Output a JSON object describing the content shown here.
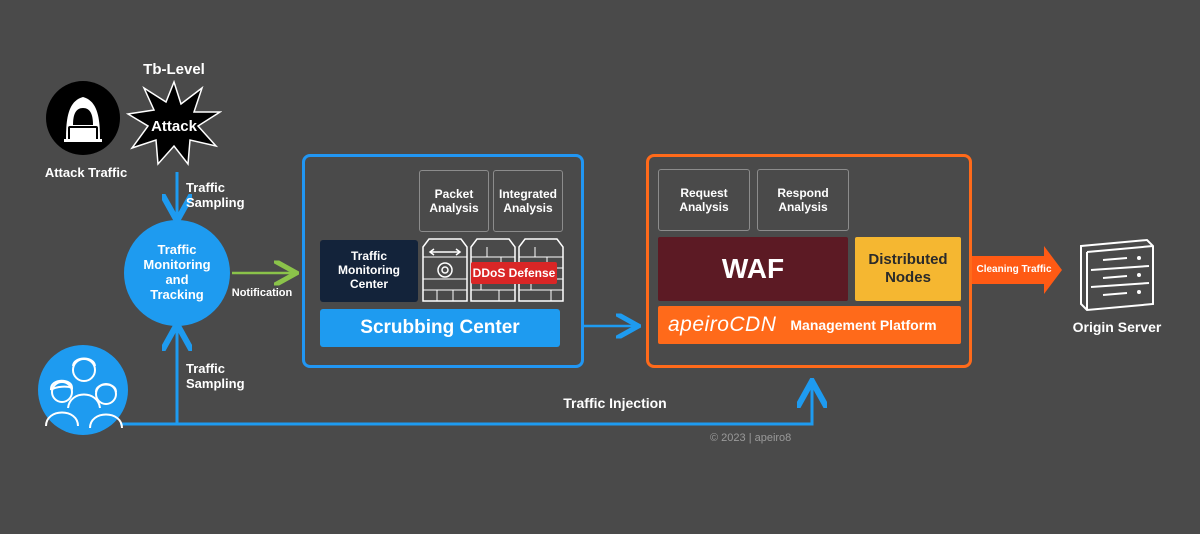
{
  "attack": {
    "level_label": "Tb-Level",
    "burst_label": "Attack",
    "source_label": "Attack Traffic"
  },
  "left": {
    "sampling_top": "Traffic\nSampling",
    "monitor_circle": "Traffic\nMonitoring\nand\nTracking",
    "notification": "Notification",
    "sampling_bottom": "Traffic\nSampling"
  },
  "scrubbing": {
    "packet_analysis": "Packet\nAnalysis",
    "integrated_analysis": "Integrated\nAnalysis",
    "monitoring_center": "Traffic\nMonitoring\nCenter",
    "ddos_defense": "DDoS Defense",
    "title": "Scrubbing Center"
  },
  "cdn": {
    "request_analysis": "Request\nAnalysis",
    "respond_analysis": "Respond\nAnalysis",
    "waf": "WAF",
    "distributed_nodes": "Distributed\nNodes",
    "brand": "apeiroCDN",
    "management": "Management Platform"
  },
  "right": {
    "cleaning_traffic": "Cleaning Traffic",
    "origin_server": "Origin Server"
  },
  "bottom": {
    "traffic_injection": "Traffic Injection",
    "copyright": "© 2023 | apeiro8"
  },
  "colors": {
    "background": "#4a4a4a",
    "blue": "#1e9bf0",
    "orange": "#ff6a1a",
    "green": "#8bc34a",
    "waf": "#5c1a24",
    "nodes": "#f5b731",
    "ddos": "#d92626",
    "navy": "#13233a"
  },
  "icons": [
    "hacker-icon",
    "users-group-icon",
    "firewall-icon",
    "server-icon",
    "burst-icon"
  ]
}
